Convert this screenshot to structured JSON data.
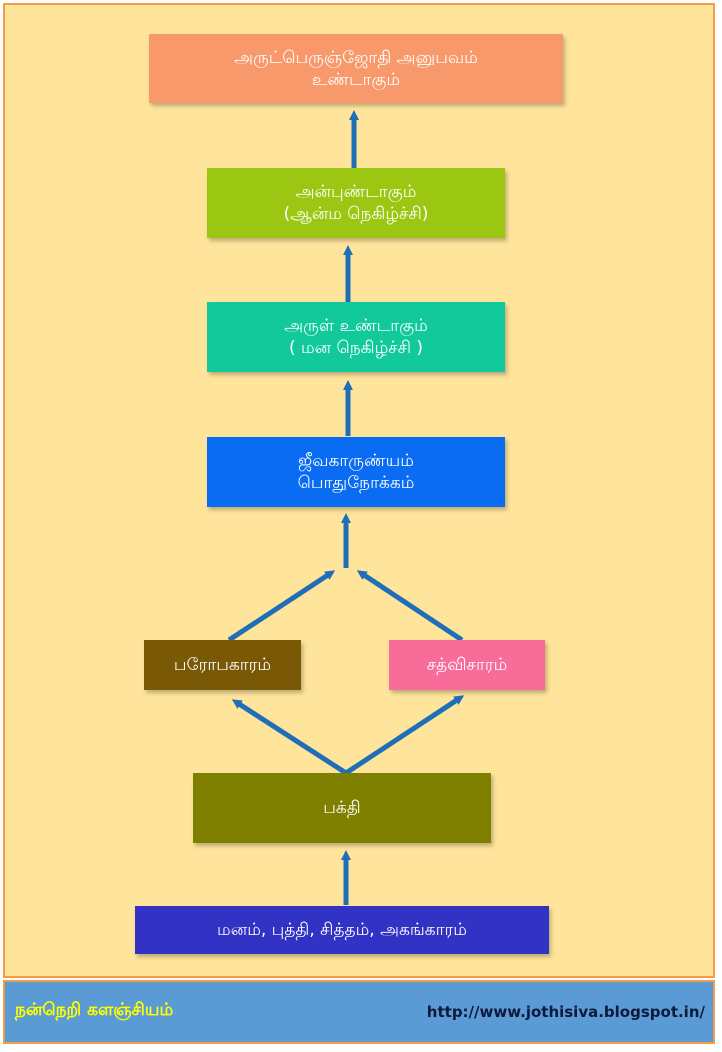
{
  "diagram": {
    "nodes": [
      {
        "id": "experience",
        "lines": [
          "அருட்பெருஞ்ஜோதி அனுபவம்",
          "உண்டாகும்"
        ],
        "color": "#f8996b"
      },
      {
        "id": "love",
        "lines": [
          "அன்புண்டாகும்",
          "(ஆன்ம நெகிழ்ச்சி)"
        ],
        "color": "#9bc712"
      },
      {
        "id": "grace",
        "lines": [
          "அருள் உண்டாகும்",
          "( மன நெகிழ்ச்சி )"
        ],
        "color": "#12c99c"
      },
      {
        "id": "compassion",
        "lines": [
          "ஜீவகாருண்யம்",
          "பொதுநோக்கம்"
        ],
        "color": "#0a6cf2"
      },
      {
        "id": "service",
        "lines": [
          "பரோபகாரம்"
        ],
        "color": "#7a5906"
      },
      {
        "id": "inquiry",
        "lines": [
          "சத்விசாரம்"
        ],
        "color": "#f86c99"
      },
      {
        "id": "devotion",
        "lines": [
          "பக்தி"
        ],
        "color": "#808000"
      },
      {
        "id": "mind",
        "lines": [
          "மனம், புத்தி, சித்தம், அகங்காரம்"
        ],
        "color": "#3232c4"
      }
    ]
  },
  "footer": {
    "left_text": "நன்நெறி களஞ்சியம்",
    "right_text": "http://www.jothisiva.blogspot.in/"
  },
  "colors": {
    "background": "#ffe59b",
    "border": "#f59b45",
    "arrow": "#1f6fb8",
    "footer": "#5b9bd5"
  }
}
